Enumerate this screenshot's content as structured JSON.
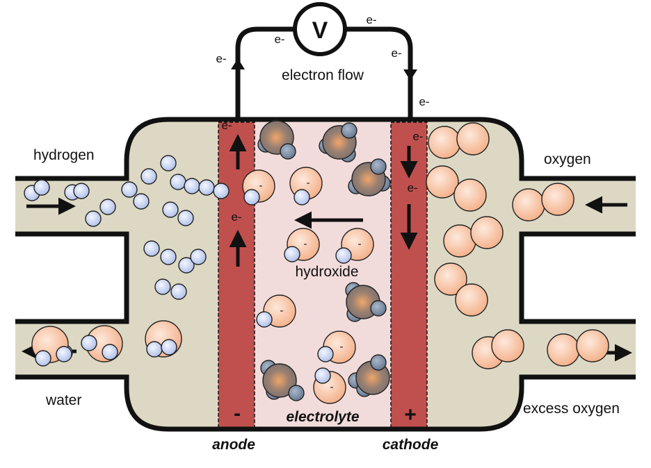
{
  "labels": {
    "hydrogen": "hydrogen",
    "oxygen": "oxygen",
    "water": "water",
    "excess_oxygen": "excess oxygen",
    "electron_flow": "electron flow",
    "hydroxide": "hydroxide",
    "electrolyte": "electrolyte",
    "anode": "anode",
    "cathode": "cathode",
    "anode_sign": "-",
    "cathode_sign": "+",
    "voltmeter": "V",
    "electron": "e-",
    "ion_charge": "-"
  },
  "colors": {
    "chamber": "#dcd8c4",
    "electrode": "#c0504d",
    "electrolyte": "#f2dcdb",
    "hydrogen_atom": "#c5d3f0",
    "oxygen_atom": "#f8c9a8",
    "water_oxygen": "#8c7a70",
    "water_hydrogen": "#7d8fa8",
    "outline": "#111111"
  },
  "icons": {
    "meter": "voltmeter-circle-icon",
    "arrow": "arrow-icon"
  }
}
